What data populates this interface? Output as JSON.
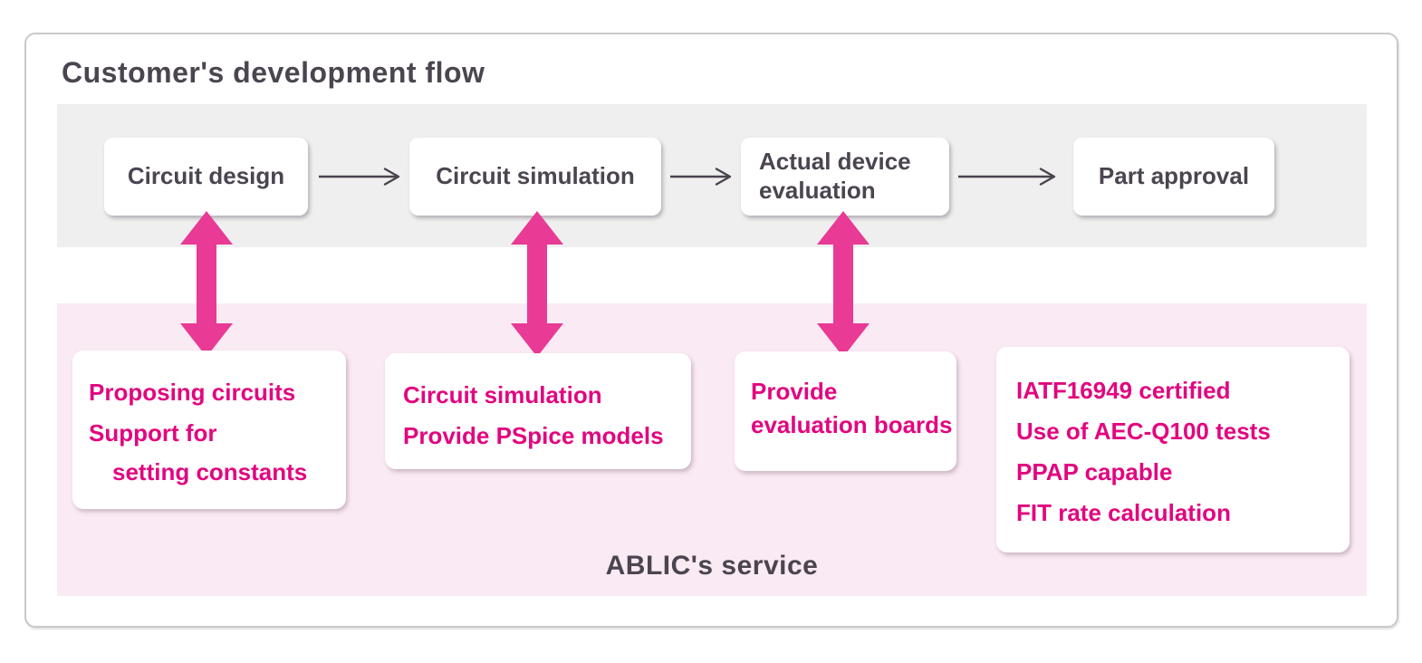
{
  "header": {
    "title": "Customer's development flow"
  },
  "flow": {
    "steps": [
      {
        "label": "Circuit design"
      },
      {
        "label": "Circuit simulation"
      },
      {
        "label": "Actual device evaluation"
      },
      {
        "label": "Part approval"
      }
    ]
  },
  "service": {
    "label": "ABLIC's service",
    "boxes": [
      {
        "lines": [
          "Proposing circuits",
          "Support for",
          "setting constants"
        ]
      },
      {
        "lines": [
          "Circuit simulation",
          "Provide PSpice models"
        ]
      },
      {
        "lines": [
          "Provide",
          "evaluation boards"
        ]
      },
      {
        "lines": [
          "IATF16949 certified",
          "Use of AEC-Q100 tests",
          "PPAP capable",
          "FIT rate calculation"
        ]
      }
    ]
  },
  "colors": {
    "accent_pink_text": "#e2067f",
    "arrow_pink": "#e93a96",
    "flow_arrow_gray": "#4a444e",
    "band_gray": "#efefef",
    "band_pink": "#faeaf4",
    "text_dark": "#4b4550",
    "frame_border": "#c9c9c9"
  }
}
